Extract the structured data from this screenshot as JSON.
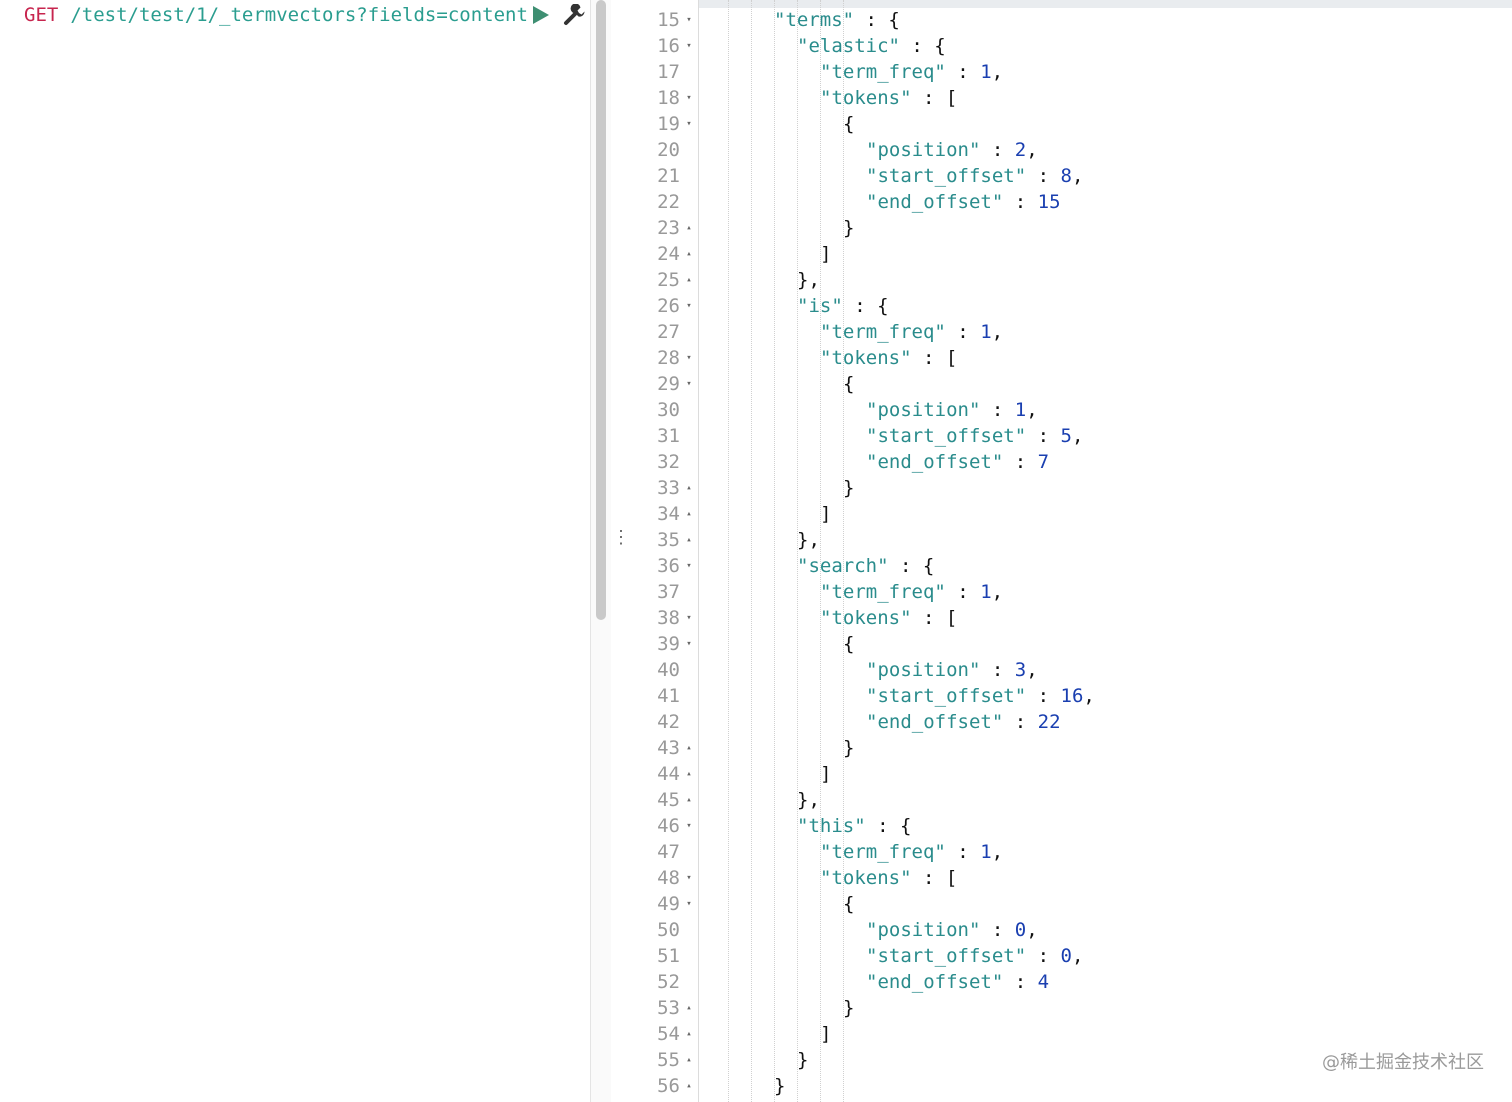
{
  "request": {
    "method": "GET",
    "path": "/test/test/1/_termvectors?fields=content",
    "run_icon": "play-icon",
    "settings_icon": "wrench-icon"
  },
  "splitter": {
    "glyph": "⋮"
  },
  "response": {
    "lines": [
      {
        "n": "15",
        "fold": "down",
        "indent": 2,
        "key": "terms",
        "suffix": " : {"
      },
      {
        "n": "16",
        "fold": "down",
        "indent": 3,
        "key": "elastic",
        "suffix": " : {"
      },
      {
        "n": "17",
        "fold": "",
        "indent": 4,
        "key": "term_freq",
        "sep": " : ",
        "num": "1",
        "tail": ","
      },
      {
        "n": "18",
        "fold": "down",
        "indent": 4,
        "key": "tokens",
        "suffix": " : ["
      },
      {
        "n": "19",
        "fold": "down",
        "indent": 5,
        "punc": "{"
      },
      {
        "n": "20",
        "fold": "",
        "indent": 6,
        "key": "position",
        "sep": " : ",
        "num": "2",
        "tail": ","
      },
      {
        "n": "21",
        "fold": "",
        "indent": 6,
        "key": "start_offset",
        "sep": " : ",
        "num": "8",
        "tail": ","
      },
      {
        "n": "22",
        "fold": "",
        "indent": 6,
        "key": "end_offset",
        "sep": " : ",
        "num": "15",
        "tail": ""
      },
      {
        "n": "23",
        "fold": "up",
        "indent": 5,
        "punc": "}"
      },
      {
        "n": "24",
        "fold": "up",
        "indent": 4,
        "punc": "]"
      },
      {
        "n": "25",
        "fold": "up",
        "indent": 3,
        "punc": "},"
      },
      {
        "n": "26",
        "fold": "down",
        "indent": 3,
        "key": "is",
        "suffix": " : {"
      },
      {
        "n": "27",
        "fold": "",
        "indent": 4,
        "key": "term_freq",
        "sep": " : ",
        "num": "1",
        "tail": ","
      },
      {
        "n": "28",
        "fold": "down",
        "indent": 4,
        "key": "tokens",
        "suffix": " : ["
      },
      {
        "n": "29",
        "fold": "down",
        "indent": 5,
        "punc": "{"
      },
      {
        "n": "30",
        "fold": "",
        "indent": 6,
        "key": "position",
        "sep": " : ",
        "num": "1",
        "tail": ","
      },
      {
        "n": "31",
        "fold": "",
        "indent": 6,
        "key": "start_offset",
        "sep": " : ",
        "num": "5",
        "tail": ","
      },
      {
        "n": "32",
        "fold": "",
        "indent": 6,
        "key": "end_offset",
        "sep": " : ",
        "num": "7",
        "tail": ""
      },
      {
        "n": "33",
        "fold": "up",
        "indent": 5,
        "punc": "}"
      },
      {
        "n": "34",
        "fold": "up",
        "indent": 4,
        "punc": "]"
      },
      {
        "n": "35",
        "fold": "up",
        "indent": 3,
        "punc": "},"
      },
      {
        "n": "36",
        "fold": "down",
        "indent": 3,
        "key": "search",
        "suffix": " : {"
      },
      {
        "n": "37",
        "fold": "",
        "indent": 4,
        "key": "term_freq",
        "sep": " : ",
        "num": "1",
        "tail": ","
      },
      {
        "n": "38",
        "fold": "down",
        "indent": 4,
        "key": "tokens",
        "suffix": " : ["
      },
      {
        "n": "39",
        "fold": "down",
        "indent": 5,
        "punc": "{"
      },
      {
        "n": "40",
        "fold": "",
        "indent": 6,
        "key": "position",
        "sep": " : ",
        "num": "3",
        "tail": ","
      },
      {
        "n": "41",
        "fold": "",
        "indent": 6,
        "key": "start_offset",
        "sep": " : ",
        "num": "16",
        "tail": ","
      },
      {
        "n": "42",
        "fold": "",
        "indent": 6,
        "key": "end_offset",
        "sep": " : ",
        "num": "22",
        "tail": ""
      },
      {
        "n": "43",
        "fold": "up",
        "indent": 5,
        "punc": "}"
      },
      {
        "n": "44",
        "fold": "up",
        "indent": 4,
        "punc": "]"
      },
      {
        "n": "45",
        "fold": "up",
        "indent": 3,
        "punc": "},"
      },
      {
        "n": "46",
        "fold": "down",
        "indent": 3,
        "key": "this",
        "suffix": " : {"
      },
      {
        "n": "47",
        "fold": "",
        "indent": 4,
        "key": "term_freq",
        "sep": " : ",
        "num": "1",
        "tail": ","
      },
      {
        "n": "48",
        "fold": "down",
        "indent": 4,
        "key": "tokens",
        "suffix": " : ["
      },
      {
        "n": "49",
        "fold": "down",
        "indent": 5,
        "punc": "{"
      },
      {
        "n": "50",
        "fold": "",
        "indent": 6,
        "key": "position",
        "sep": " : ",
        "num": "0",
        "tail": ","
      },
      {
        "n": "51",
        "fold": "",
        "indent": 6,
        "key": "start_offset",
        "sep": " : ",
        "num": "0",
        "tail": ","
      },
      {
        "n": "52",
        "fold": "",
        "indent": 6,
        "key": "end_offset",
        "sep": " : ",
        "num": "4",
        "tail": ""
      },
      {
        "n": "53",
        "fold": "up",
        "indent": 5,
        "punc": "}"
      },
      {
        "n": "54",
        "fold": "up",
        "indent": 4,
        "punc": "]"
      },
      {
        "n": "55",
        "fold": "up",
        "indent": 3,
        "punc": "}"
      },
      {
        "n": "56",
        "fold": "up",
        "indent": 2,
        "punc": "}"
      }
    ]
  },
  "watermark": "@稀土掘金技术社区"
}
